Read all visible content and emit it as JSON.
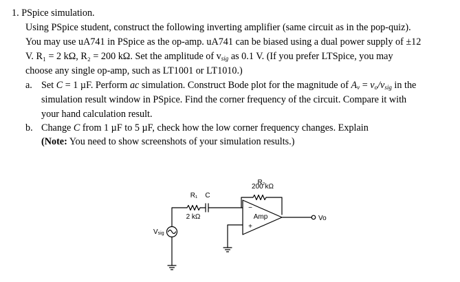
{
  "problem": {
    "number": "1.",
    "title": "PSpice simulation.",
    "intro": [
      "Using PSpice student, construct the following inverting amplifier (same circuit as in the pop-quiz).",
      "You may use uA741 in PSpice as the op-amp. uA741 can be biased using a dual power supply of ±12",
      "V. R₁ = 2 kΩ, R₂ = 200 kΩ. Set the amplitude of v",
      "sig",
      " as 0.1 V. (If you prefer LTSpice, you may",
      "choose any single op-amp, such as LT1001 or LT1010.)"
    ],
    "part_a": {
      "label": "a.",
      "l1_pre": "Set ",
      "l1_C": "C",
      "l1_mid": " = 1 µF. Perform ",
      "l1_ac": "ac",
      "l1_post": " simulation. Construct Bode plot for the magnitude of ",
      "l1_A": "A",
      "l1_Asub": "v",
      "l1_eq": " = ",
      "l1_ratio": "v",
      "l1_ratio2": "o",
      "l1_ratio3": "/v",
      "l1_ratio4": "sig",
      "l1_tail": " in the",
      "l2": "simulation result window in PSpice. Find the corner frequency of the circuit. Compare it with",
      "l3": "your hand calculation result."
    },
    "part_b": {
      "label": "b.",
      "l1_pre": "Change ",
      "l1_C": "C",
      "l1_post": " from 1 µF to 5 µF, check how the low corner frequency changes. Explain",
      "l2_note": "(Note:",
      "l2_rest": " You need to show screenshots of your simulation results.)"
    }
  },
  "circuit": {
    "r2_label": "R₂",
    "r2_value": "200 kΩ",
    "r1_label": "R₁",
    "r1_value": "2 kΩ",
    "c_label": "C",
    "amp_label": "Amp",
    "minus_sign": "−",
    "plus_sign": "+",
    "vsig_label": "V",
    "vsig_sub": "sig",
    "vo_label": "Vo"
  }
}
